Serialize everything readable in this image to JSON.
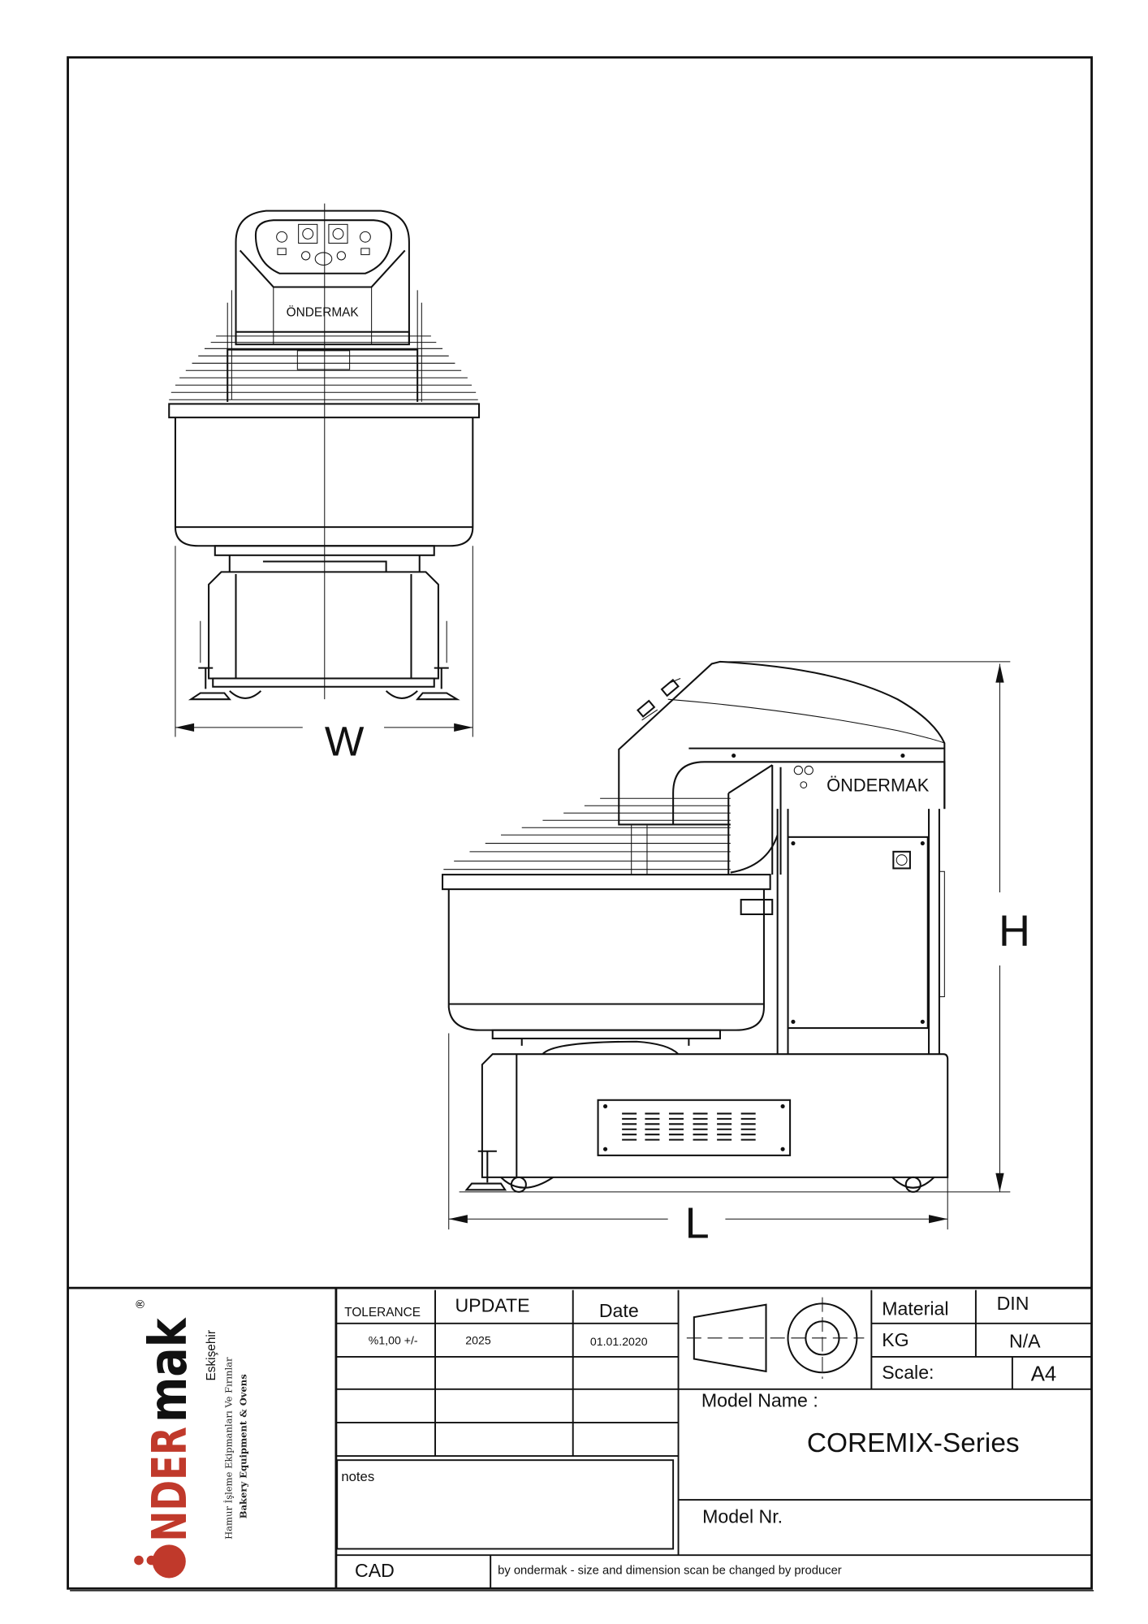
{
  "drawing": {
    "front_view_brand": "ÖNDERMAK",
    "side_view_brand": "ÖNDERMAK",
    "dim_width": "W",
    "dim_height": "H",
    "dim_length": "L"
  },
  "logo": {
    "brand": "öNDERmak",
    "city": "Eskişehir",
    "tagline_tr": "Hamur İşleme Ekipmanları Ve Fırınlar",
    "tagline_en": "Bakery Equipment & Ovens",
    "brand_color": "#c0392b"
  },
  "title_block": {
    "tolerance_label": "TOLERANCE",
    "update_label": "UPDATE",
    "date_label": "Date",
    "tolerance_value": "%1,00 +/-",
    "update_value": "2025",
    "date_value": "01.01.2020",
    "notes_label": "notes",
    "cad_label": "CAD",
    "disclaimer": "by ondermak -  size and dimension scan be changed by producer",
    "material_label": "Material",
    "material_value": "DIN",
    "kg_label": "KG",
    "kg_value": "N/A",
    "scale_label": "Scale:",
    "scale_value": "A4",
    "model_name_label": "Model Name :",
    "model_name_value": "COREMIX-Series",
    "model_nr_label": "Model Nr."
  }
}
